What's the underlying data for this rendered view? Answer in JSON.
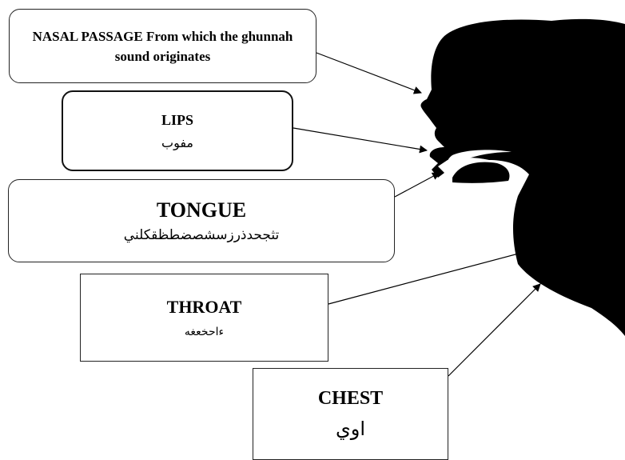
{
  "labels": {
    "nasal": {
      "title": "NASAL PASSAGE    From which the ghunnah sound originates"
    },
    "lips": {
      "title": "LIPS",
      "arabic": "مفوب"
    },
    "tongue": {
      "title": "TONGUE",
      "arabic": "تثجحدذرزسشصضطظقكلني"
    },
    "throat": {
      "title": "THROAT",
      "arabic": "ءاحخعغه"
    },
    "chest": {
      "title": "CHEST",
      "arabic": "اوي"
    }
  },
  "colors": {
    "silhouette": "#000000",
    "tract": "#ffffff",
    "arrow": "#000000"
  }
}
